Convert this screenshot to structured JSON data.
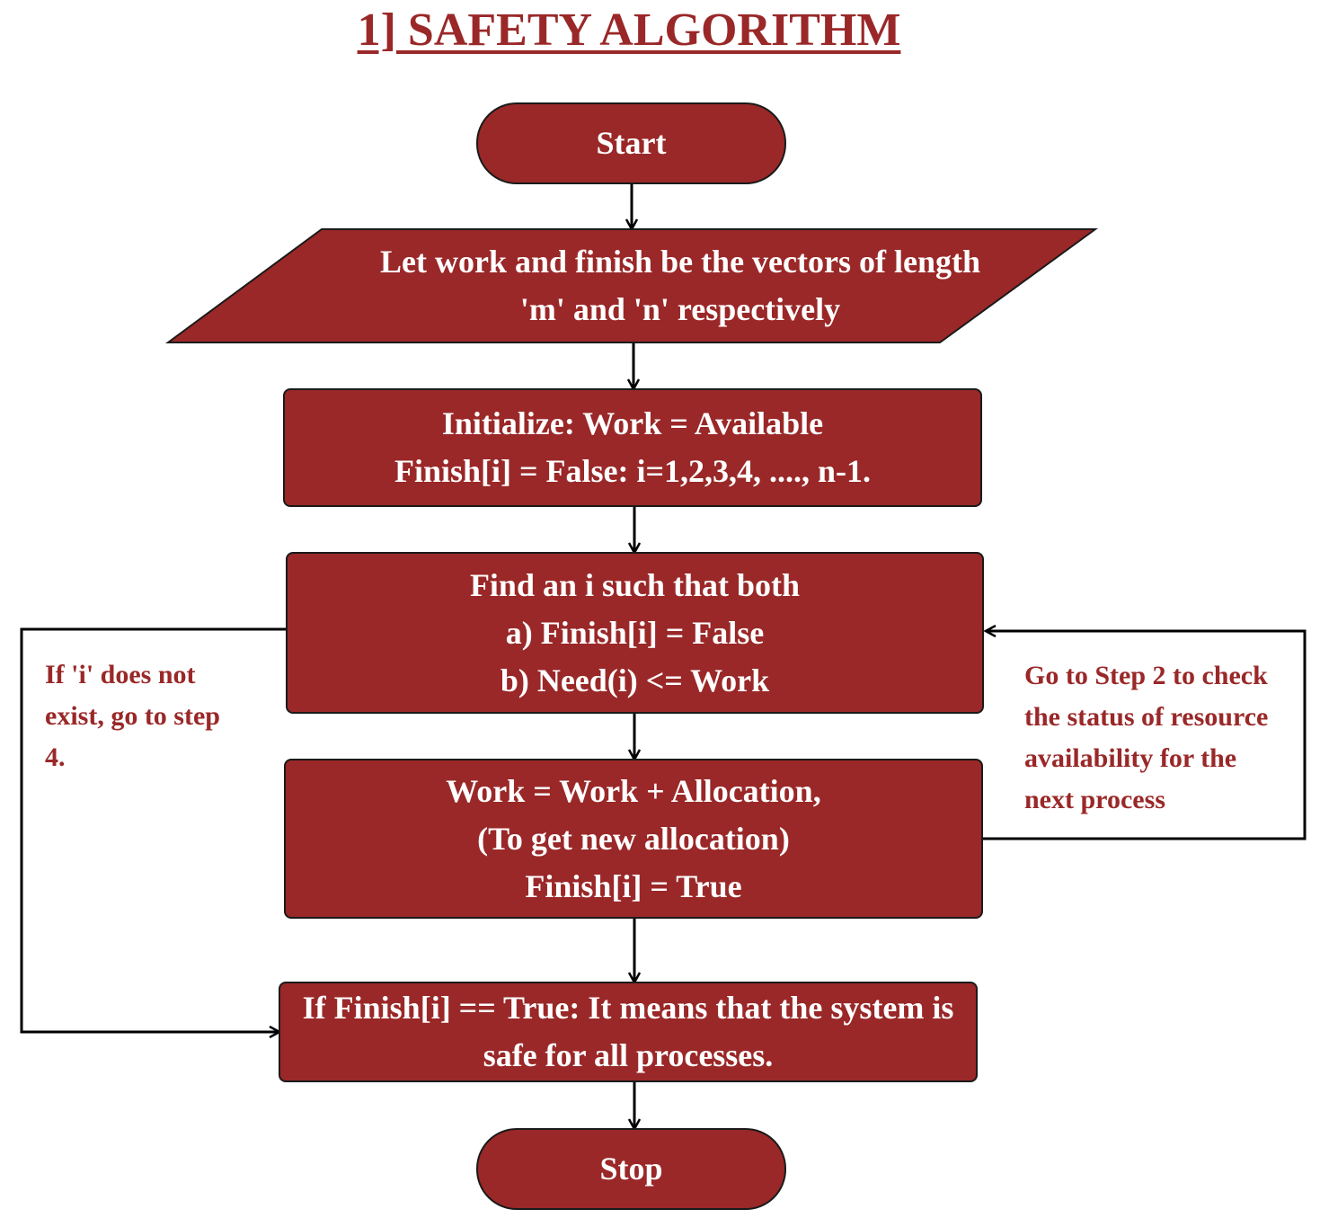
{
  "title": "1] SAFETY ALGORITHM",
  "nodes": {
    "start": {
      "label": "Start"
    },
    "input": {
      "lines": [
        "Let work and finish be the vectors of length",
        "'m' and 'n' respectively"
      ]
    },
    "initialize": {
      "lines": [
        "Initialize: Work = Available",
        "Finish[i] = False: i=1,2,3,4, ...., n-1."
      ]
    },
    "find": {
      "lines": [
        "Find an i such that both",
        "a) Finish[i] = False",
        "b) Need(i) <= Work"
      ]
    },
    "update": {
      "lines": [
        "Work = Work + Allocation,",
        "(To get new allocation)",
        "Finish[i] = True"
      ]
    },
    "check": {
      "lines": [
        "If Finish[i] == True: It means that the system is",
        "safe for all processes."
      ]
    },
    "stop": {
      "label": "Stop"
    }
  },
  "notes": {
    "left": {
      "lines": [
        "If 'i' does not",
        "exist, go to step",
        "4."
      ]
    },
    "right": {
      "lines": [
        "Go to Step 2 to check",
        "the status of resource",
        "availability for the",
        "next process"
      ]
    }
  },
  "colors": {
    "box_fill": "#9a2828",
    "text_on_box": "#ffffff",
    "note_text": "#9a2828",
    "line": "#000000"
  }
}
